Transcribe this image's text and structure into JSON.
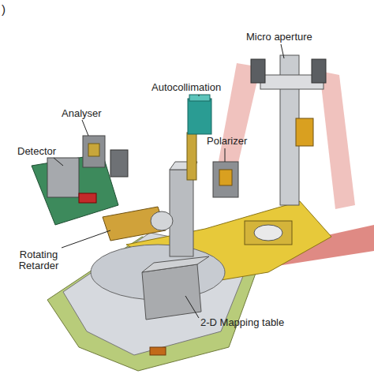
{
  "diagram": {
    "labels": [
      ")",
      "Micro aperture",
      "Autocollimation",
      "Analyser",
      "Detector",
      "Polarizer",
      "Rotating Retarder",
      "2-D Mapping table"
    ]
  }
}
